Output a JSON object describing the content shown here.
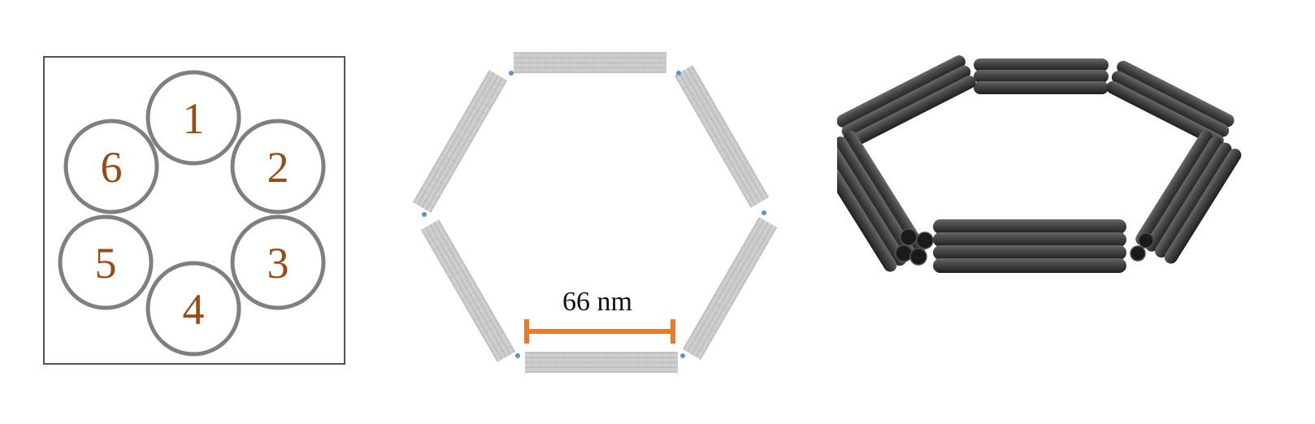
{
  "figure": {
    "helix_cross_section": {
      "labels": [
        "1",
        "2",
        "3",
        "4",
        "5",
        "6"
      ]
    },
    "hexagon_layout": {
      "dimension_label": "66 nm"
    },
    "rendering_3d": {}
  },
  "colors": {
    "circle_stroke": "#7f7f7f",
    "label_text": "#9a4a12",
    "scale_bar": "#ee7a28",
    "helix_bundle_fill": "#c8c8c8",
    "cylinder_fill": "#3a3a3a"
  }
}
